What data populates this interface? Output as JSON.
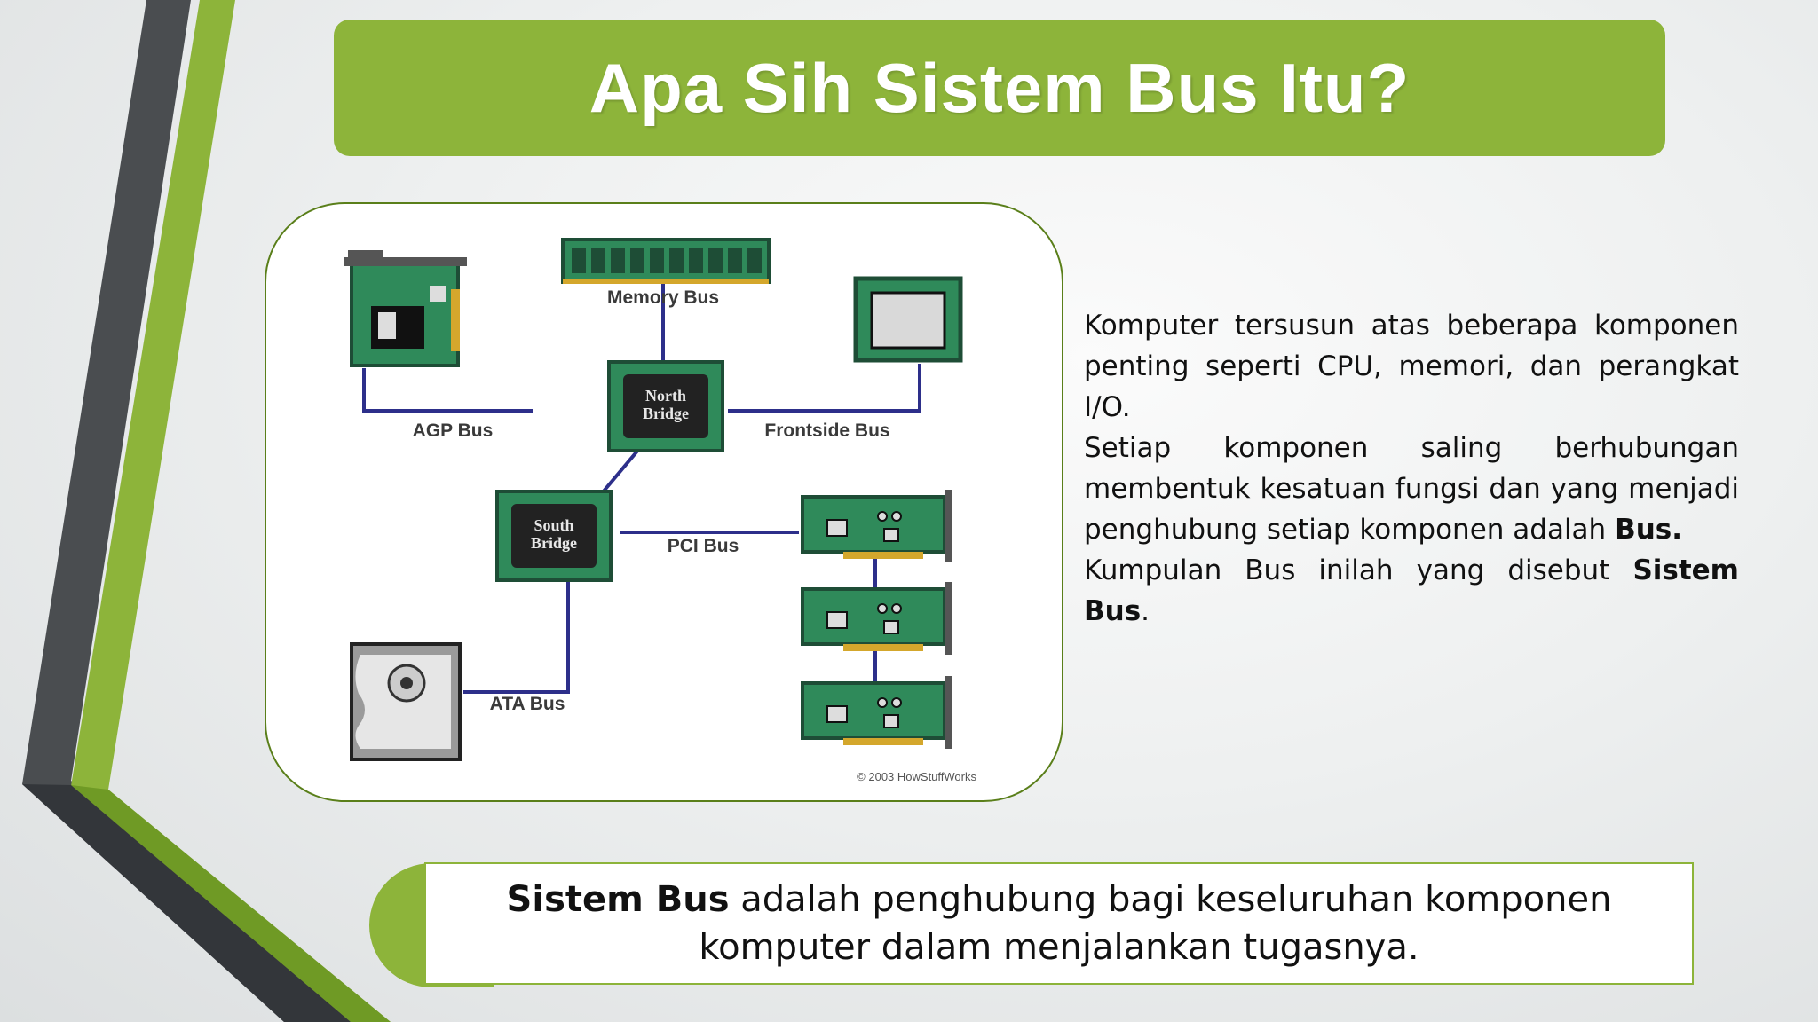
{
  "slide": {
    "title": "Apa Sih Sistem Bus Itu?",
    "colors": {
      "accent_green": "#8db43a",
      "dark_gray": "#3f4245",
      "board_green": "#2e8b5e",
      "bus_line": "#2d2f8a"
    }
  },
  "diagram": {
    "labels": {
      "memory_bus": "Memory Bus",
      "agp_bus": "AGP Bus",
      "frontside_bus": "Frontside Bus",
      "pci_bus": "PCI Bus",
      "ata_bus": "ATA Bus",
      "north_bridge_1": "North",
      "north_bridge_2": "Bridge",
      "south_bridge_1": "South",
      "south_bridge_2": "Bridge",
      "copyright": "© 2003 HowStuffWorks"
    },
    "icons": [
      "agp-card-icon",
      "memory-module-icon",
      "cpu-icon",
      "north-bridge-chip-icon",
      "south-bridge-chip-icon",
      "pci-card-icon",
      "hard-disk-icon"
    ]
  },
  "paragraph": {
    "p1": "Komputer tersusun atas beberapa komponen penting seperti CPU, memori, dan perangkat I/O.",
    "p2_pre": "Setiap komponen saling berhubungan membentuk kesatuan fungsi dan yang menjadi penghubung setiap komponen adalah ",
    "p2_bold": "Bus.",
    "p3_pre": "Kumpulan Bus inilah yang disebut ",
    "p3_bold": "Sistem Bus",
    "p3_post": "."
  },
  "definition": {
    "bold": "Sistem Bus",
    "rest": " adalah penghubung bagi keseluruhan komponen",
    "line2": "komputer dalam menjalankan tugasnya."
  }
}
